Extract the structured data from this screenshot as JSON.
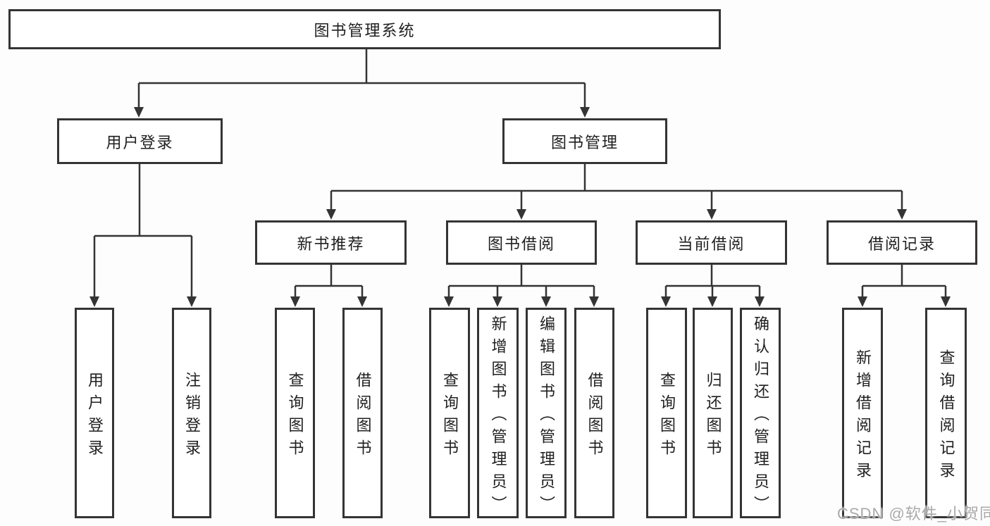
{
  "diagram": {
    "title": "图书管理系统",
    "type": "hierarchy-tree",
    "nodes": {
      "root": {
        "label": "图书管理系统"
      },
      "userLogin": {
        "label": "用户登录"
      },
      "bookMgmt": {
        "label": "图书管理"
      },
      "newBooks": {
        "label": "新书推荐"
      },
      "bookBorrow": {
        "label": "图书借阅"
      },
      "currentBorrow": {
        "label": "当前借阅"
      },
      "borrowRecords": {
        "label": "借阅记录"
      },
      "leafUserLogin": {
        "label": "用户登录"
      },
      "leafLogout": {
        "label": "注销登录"
      },
      "leafQueryBooksNew": {
        "label": "查询图书"
      },
      "leafBorrowBooksNew": {
        "label": "借阅图书"
      },
      "leafQueryBooksBorrow": {
        "label": "查询图书"
      },
      "leafAddBooks": {
        "label": "新增图书（管理员）"
      },
      "leafEditBooks": {
        "label": "编辑图书（管理员）"
      },
      "leafBorrowBooksBorrow": {
        "label": "借阅图书"
      },
      "leafQueryBooksCurrent": {
        "label": "查询图书"
      },
      "leafReturnBooks": {
        "label": "归还图书"
      },
      "leafConfirmReturn": {
        "label": "确认归还（管理员）"
      },
      "leafAddBorrowRecord": {
        "label": "新增借阅记录"
      },
      "leafQueryBorrowRecord": {
        "label": "查询借阅记录"
      }
    },
    "hierarchy": [
      {
        "parent": "图书管理系统",
        "children": [
          "用户登录",
          "图书管理"
        ]
      },
      {
        "parent": "用户登录",
        "children": [
          "用户登录",
          "注销登录"
        ]
      },
      {
        "parent": "图书管理",
        "children": [
          "新书推荐",
          "图书借阅",
          "当前借阅",
          "借阅记录"
        ]
      },
      {
        "parent": "新书推荐",
        "children": [
          "查询图书",
          "借阅图书"
        ]
      },
      {
        "parent": "图书借阅",
        "children": [
          "查询图书",
          "新增图书（管理员）",
          "编辑图书（管理员）",
          "借阅图书"
        ]
      },
      {
        "parent": "当前借阅",
        "children": [
          "查询图书",
          "归还图书",
          "确认归还（管理员）"
        ]
      },
      {
        "parent": "借阅记录",
        "children": [
          "新增借阅记录",
          "查询借阅记录"
        ]
      }
    ],
    "colors": {
      "border": "#343434",
      "line": "#343434",
      "text": "#1f1f1f",
      "background": "#fdfdfd",
      "box_fill": "#ffffff",
      "watermark": "#a9a9a9"
    }
  },
  "watermark": {
    "text": "CSDN @软件_小贺同学"
  }
}
